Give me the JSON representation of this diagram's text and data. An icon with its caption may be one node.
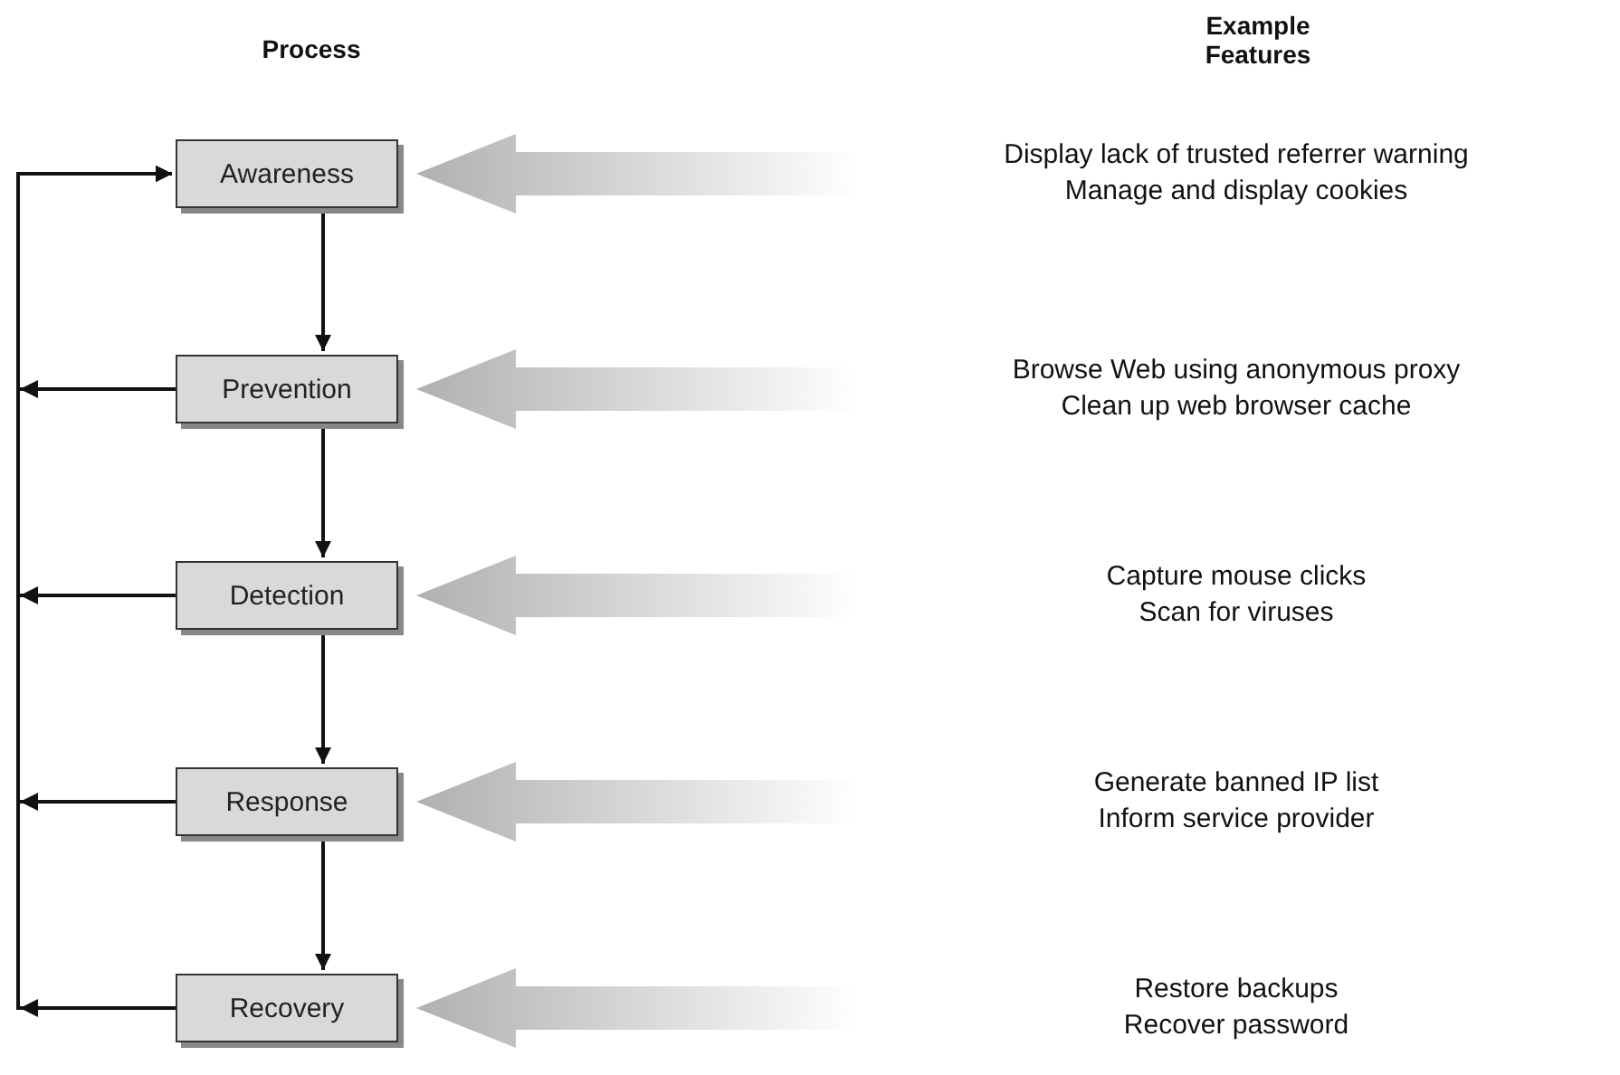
{
  "diagram": {
    "nodes": [
      {
        "text": [
          "Awareness"
        ]
      },
      {
        "text": [
          "Prevention"
        ]
      },
      {
        "text": [
          "Detection"
        ]
      },
      {
        "text": [
          "Response"
        ]
      },
      {
        "text": [
          "Recovery"
        ]
      },
      {
        "text": [
          "Display lack of trusted referrer warning",
          "Manage and display cookies"
        ]
      },
      {
        "text": [
          "Browse Web using anonymous proxy",
          "Clean up web browser cache"
        ]
      },
      {
        "text": [
          "Capture mouse clicks",
          "Scan for viruses"
        ]
      },
      {
        "text": [
          "Generate banned IP list",
          "Inform service provider"
        ]
      },
      {
        "text": [
          "Restore backups",
          "Recover password"
        ]
      }
    ],
    "edges": [
      {
        "from": 0,
        "to": 1,
        "arrow": "to"
      },
      {
        "from": 1,
        "to": 2,
        "arrow": "to"
      },
      {
        "from": 2,
        "to": 3,
        "arrow": "to"
      },
      {
        "from": 3,
        "to": 4,
        "arrow": "to"
      },
      {
        "from": 1,
        "to": 0,
        "arrow": "to"
      },
      {
        "from": 2,
        "to": 0,
        "arrow": "to"
      },
      {
        "from": 3,
        "to": 0,
        "arrow": "to"
      },
      {
        "from": 4,
        "to": 0,
        "arrow": "to"
      },
      {
        "from": 5,
        "to": 0,
        "arrow": "to",
        "style": "thick",
        "color": "#b0b0b0"
      },
      {
        "from": 6,
        "to": 1,
        "arrow": "to",
        "style": "thick",
        "color": "#b0b0b0"
      },
      {
        "from": 7,
        "to": 2,
        "arrow": "to",
        "style": "thick",
        "color": "#b0b0b0"
      },
      {
        "from": 8,
        "to": 3,
        "arrow": "to",
        "style": "thick",
        "color": "#b0b0b0"
      },
      {
        "from": 9,
        "to": 4,
        "arrow": "to",
        "style": "thick",
        "color": "#b0b0b0"
      }
    ],
    "labels": [
      "Process",
      "Example Features"
    ]
  }
}
